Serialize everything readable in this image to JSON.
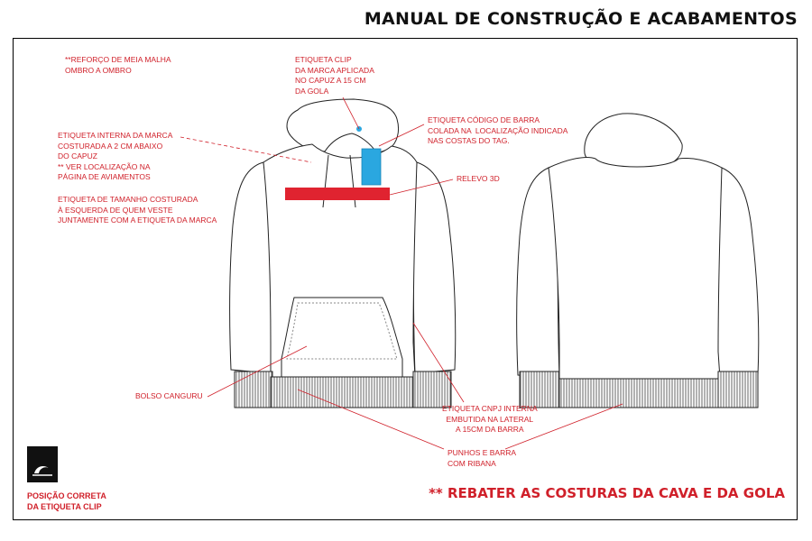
{
  "title": "MANUAL DE CONSTRUÇÃO E ACABAMENTOS",
  "annotations": {
    "reforco": "**REFORÇO DE MEIA MALHA\nOMBRO A OMBRO",
    "etiqueta_clip": "ETIQUETA CLIP\nDA MARCA APLICADA\nNO CAPUZ A 15 CM\nDA GOLA",
    "etiqueta_interna": "ETIQUETA INTERNA DA MARCA\nCOSTURADA A 2 CM ABAIXO\nDO CAPUZ\n** VER LOCALIZAÇÃO NA\nPÁGINA DE AVIAMENTOS",
    "etiqueta_tamanho": "ETIQUETA DE TAMANHO COSTURADA\nÀ ESQUERDA DE QUEM VESTE\nJUNTAMENTE COM A ETIQUETA DA MARCA",
    "codigo_barra": "ETIQUETA CÓDIGO DE BARRA\nCOLADA NA  LOCALIZAÇÃO INDICADA\nNAS COSTAS DO TAG.",
    "relevo": "RELEVO 3D",
    "bolso": "BOLSO CANGURU",
    "cnpj": "ETIQUETA CNPJ INTERNA\nEMBUTIDA NA LATERAL\nA 15CM DA BARRA",
    "punhos": "PUNHOS E BARRA\nCOM RIBANA"
  },
  "logo_caption": "POSIÇÃO CORRETA\nDA ETIQUETA CLIP",
  "footer_note": "** REBATER AS COSTURAS DA CAVA E DA GOLA",
  "colors": {
    "annotation": "#d0202a",
    "relevo": "#e02330",
    "tag": "#2aa7e0",
    "outline": "#222222"
  },
  "icons": {
    "logo": "brand-wave-logo"
  }
}
